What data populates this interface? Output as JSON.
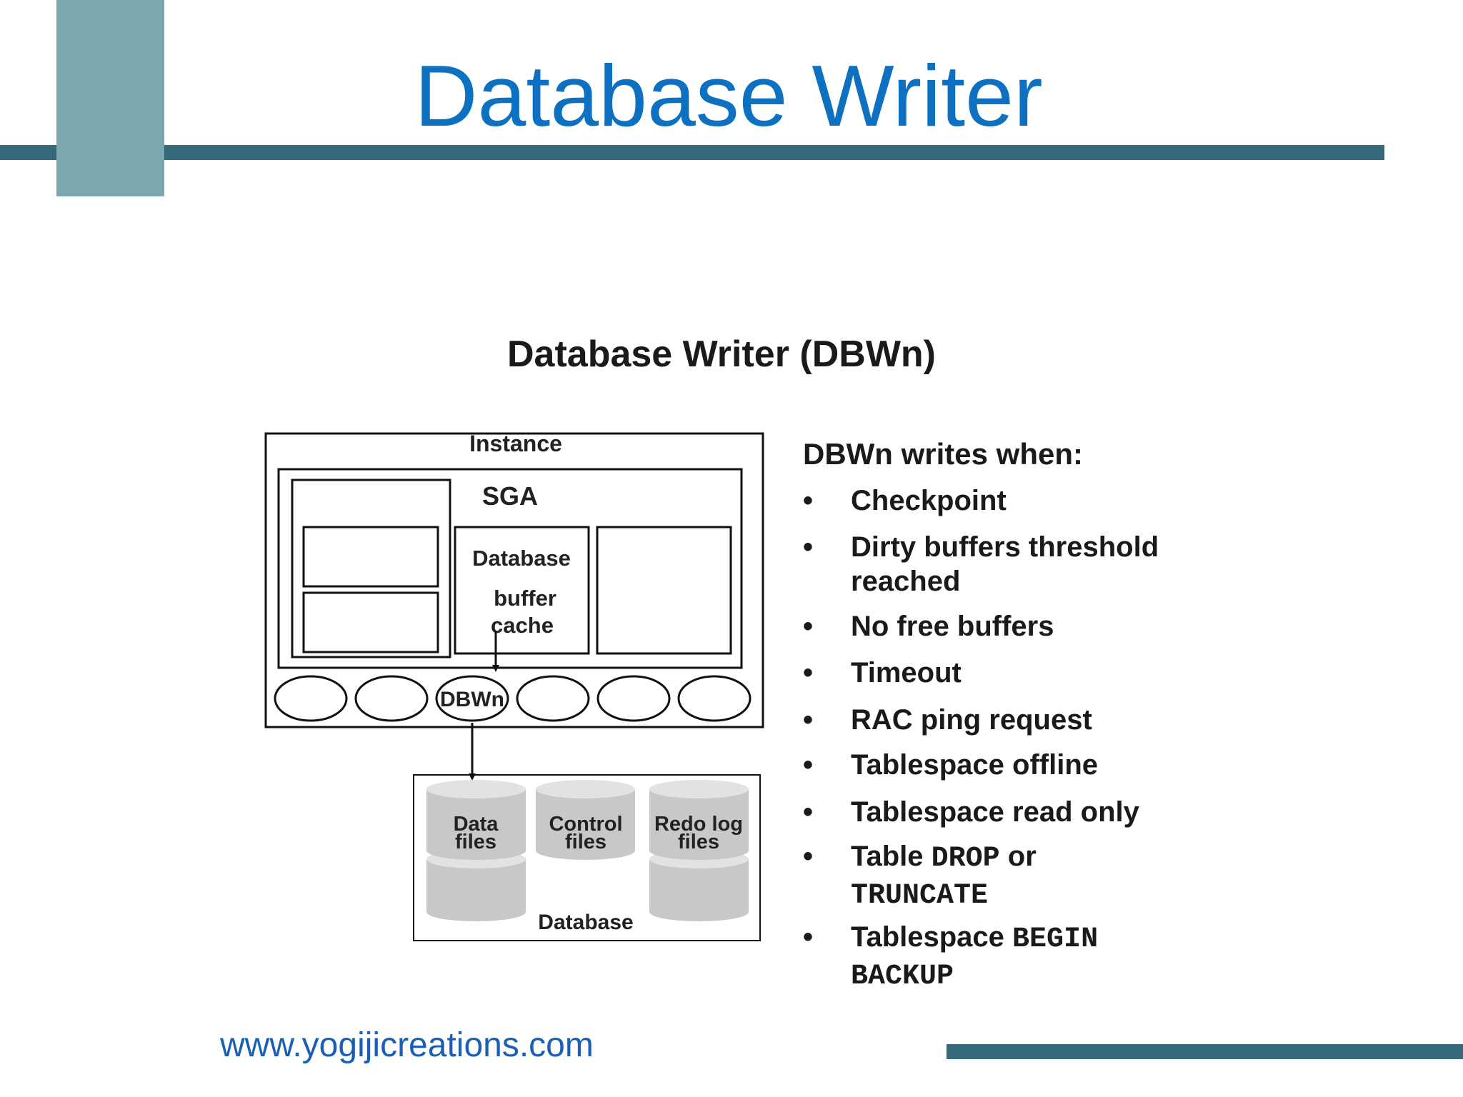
{
  "slide": {
    "title": "Database Writer",
    "footer_url": "www.yogijicreations.com"
  },
  "diagram": {
    "title": "Database Writer (DBWn)",
    "instance_label": "Instance",
    "sga_label": "SGA",
    "buffer_cache_line1": "Database",
    "buffer_cache_line2": "buffer",
    "buffer_cache_line3": "cache",
    "process_label": "DBWn",
    "database_label": "Database",
    "files": [
      {
        "line1": "Data",
        "line2": "files"
      },
      {
        "line1": "Control",
        "line2": "files"
      },
      {
        "line1": "Redo log",
        "line2": "files"
      }
    ]
  },
  "triggers": {
    "heading": "DBWn writes when:",
    "bullet": "•",
    "items": [
      {
        "l1a": "Checkpoint"
      },
      {
        "l1a": "Dirty buffers threshold",
        "l2a": "reached"
      },
      {
        "l1a": "No free buffers"
      },
      {
        "l1a": "Timeout"
      },
      {
        "l1a": "RAC ping request"
      },
      {
        "l1a": "Tablespace offline"
      },
      {
        "l1a": "Tablespace read only"
      },
      {
        "l1a": "Table ",
        "l1m": "DROP",
        "l1b": " or",
        "l2m": "TRUNCATE"
      },
      {
        "l1a": "Tablespace ",
        "l1m": "BEGIN",
        "l2m": "BACKUP"
      }
    ]
  },
  "colors": {
    "accent_blue": "#0D70C0",
    "deco_teal": "#336978",
    "deco_light": "#7BA7B1",
    "cylinder_gray": "#C8C8C8"
  }
}
